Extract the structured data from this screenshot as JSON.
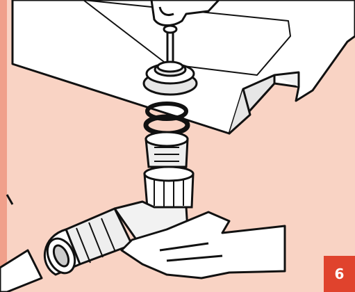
{
  "step_badge": {
    "number": "6"
  },
  "colors": {
    "background": "#f9d3c4",
    "left_margin_band": "#f0a08b",
    "step_badge": "#e0432d",
    "line_art": "#111111",
    "part_shading": "#e6e6e6"
  },
  "illustration": {
    "subject": "sink-drain-pipe-assembly",
    "parts": [
      "sink-basin",
      "drain-screw",
      "drain-flange",
      "rubber-gasket",
      "drain-tailpiece",
      "coupling-nut",
      "elbow-pipe",
      "left-hand",
      "right-hand"
    ]
  }
}
